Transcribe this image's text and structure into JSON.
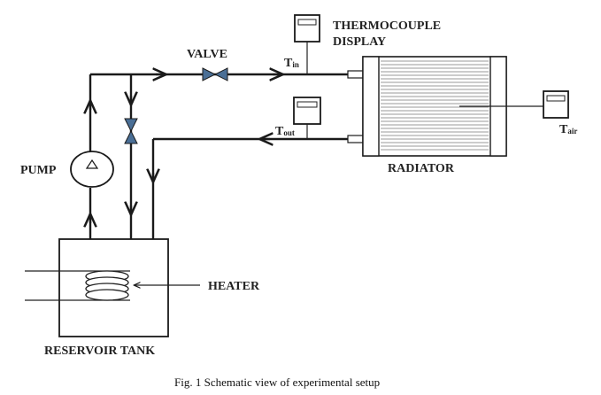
{
  "labels": {
    "thermocouple_line1": "THERMOCOUPLE",
    "thermocouple_line2": "DISPLAY",
    "valve": "VALVE",
    "t_in_main": "T",
    "t_in_sub": "in",
    "t_out_main": "T",
    "t_out_sub": "out",
    "t_air_main": "T",
    "t_air_sub": "air",
    "pump": "PUMP",
    "radiator": "RADIATOR",
    "heater": "HEATER",
    "reservoir": "RESERVOIR TANK"
  },
  "caption": "Fig. 1 Schematic view of experimental setup",
  "colors": {
    "line": "#1a1a1a",
    "radiator_fin": "#9a9a9a",
    "valve_fill": "#4a6f96"
  }
}
